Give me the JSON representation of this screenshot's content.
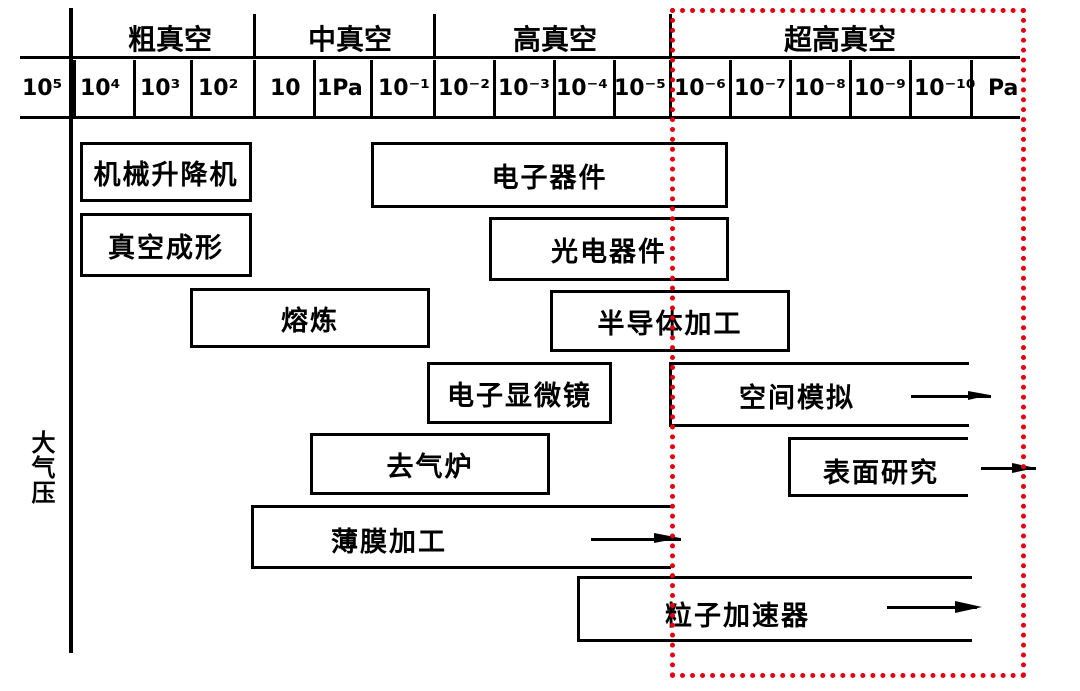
{
  "ranges": {
    "rough": "粗真空",
    "medium": "中真空",
    "high": "高真空",
    "ultra": "超高真空"
  },
  "scale": [
    "10⁵",
    "10⁴",
    "10³",
    "10²",
    "10",
    "1Pa",
    "10⁻¹",
    "10⁻²",
    "10⁻³",
    "10⁻⁴",
    "10⁻⁵",
    "10⁻⁶",
    "10⁻⁷",
    "10⁻⁸",
    "10⁻⁹",
    "10⁻¹⁰",
    "Pa"
  ],
  "axis_label": "大气压",
  "applications": {
    "mech_lift": "机械升降机",
    "vacuum_forming": "真空成形",
    "smelting": "熔炼",
    "electron_devices": "电子器件",
    "optoelectronic": "光电器件",
    "semiconductor": "半导体加工",
    "electron_microscope": "电子显微镜",
    "space_sim": "空间模拟",
    "degassing": "去气炉",
    "surface_research": "表面研究",
    "thin_film": "薄膜加工",
    "particle_accel": "粒子加速器"
  },
  "highlight_color": "#e4000f"
}
